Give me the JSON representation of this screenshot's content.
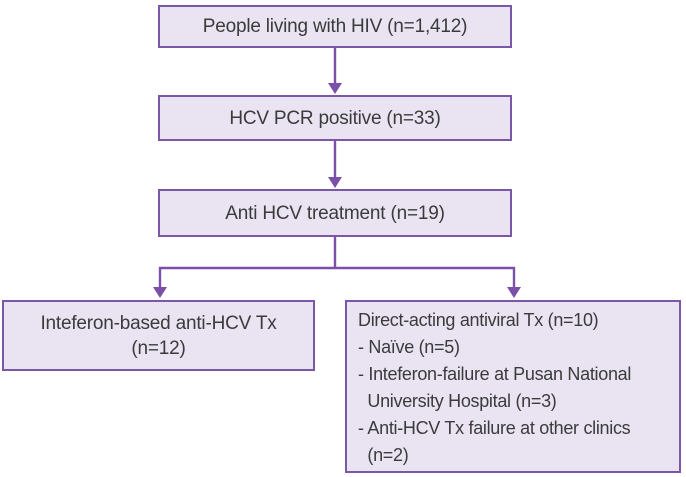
{
  "colors": {
    "background": "#ffffff",
    "box_fill": "#e9e3f2",
    "box_border": "#7a57a7",
    "arrow": "#7b50a8",
    "text": "#3b3b3b"
  },
  "diagram": {
    "boxes": {
      "hiv": {
        "label": "People living with HIV (n=1,412)"
      },
      "pcr": {
        "label": "HCV PCR positive (n=33)"
      },
      "treatment": {
        "label": "Anti HCV treatment (n=19)"
      },
      "interferon": {
        "line1": "Inteferon-based anti-HCV Tx",
        "line2": "(n=12)"
      },
      "daa": {
        "title": "Direct-acting antiviral Tx (n=10)",
        "lines": [
          "- Naïve (n=5)",
          "- Inteferon-failure at Pusan National",
          "  University Hospital (n=3)",
          "- Anti-HCV Tx failure at other clinics",
          "  (n=2)"
        ]
      }
    },
    "values": {
      "people_living_with_hiv": 1412,
      "hcv_pcr_positive": 33,
      "anti_hcv_treatment": 19,
      "interferon_based_tx": 12,
      "direct_acting_antiviral_tx": 10,
      "daa_naive": 5,
      "daa_interferon_failure_pnuh": 3,
      "daa_failure_other_clinics": 2
    }
  }
}
